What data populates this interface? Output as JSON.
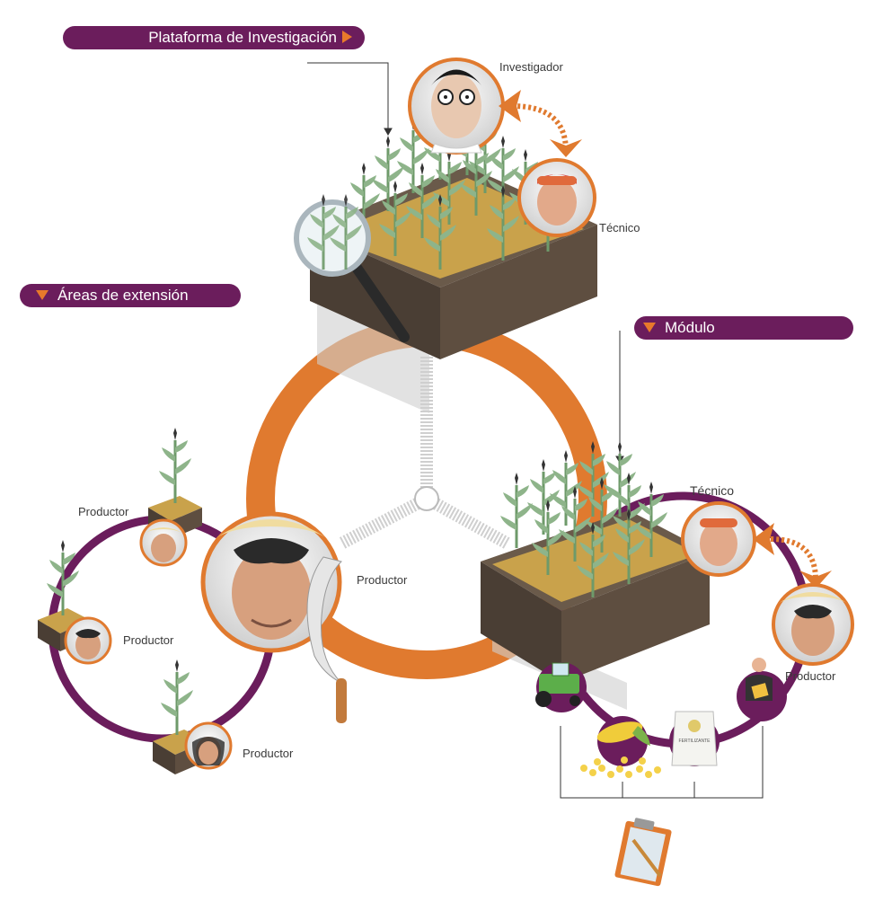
{
  "labels": {
    "plataforma": "Plataforma de Investigación",
    "areas": "Áreas de extensión",
    "modulo": "Módulo"
  },
  "roles": {
    "investigador": "Investigador",
    "tecnico_top": "Técnico",
    "tecnico_mod": "Técnico",
    "productor_mod": "Productor",
    "productor_center": "Productor",
    "productor_1": "Productor",
    "productor_2": "Productor",
    "productor_3": "Productor"
  },
  "bag_text": "FERTILIZANTE",
  "colors": {
    "purple": "#6b1d5c",
    "orange": "#e07a2f",
    "soil": "#5a4a3c",
    "grass": "#c8a24a",
    "plant": "#7ea37a",
    "skin": "#e8b494"
  },
  "icons": [
    "magnifier-icon",
    "sickle-icon",
    "tractor-icon",
    "corn-icon",
    "fertilizer-bag-icon",
    "buyer-icon",
    "clipboard-icon"
  ]
}
